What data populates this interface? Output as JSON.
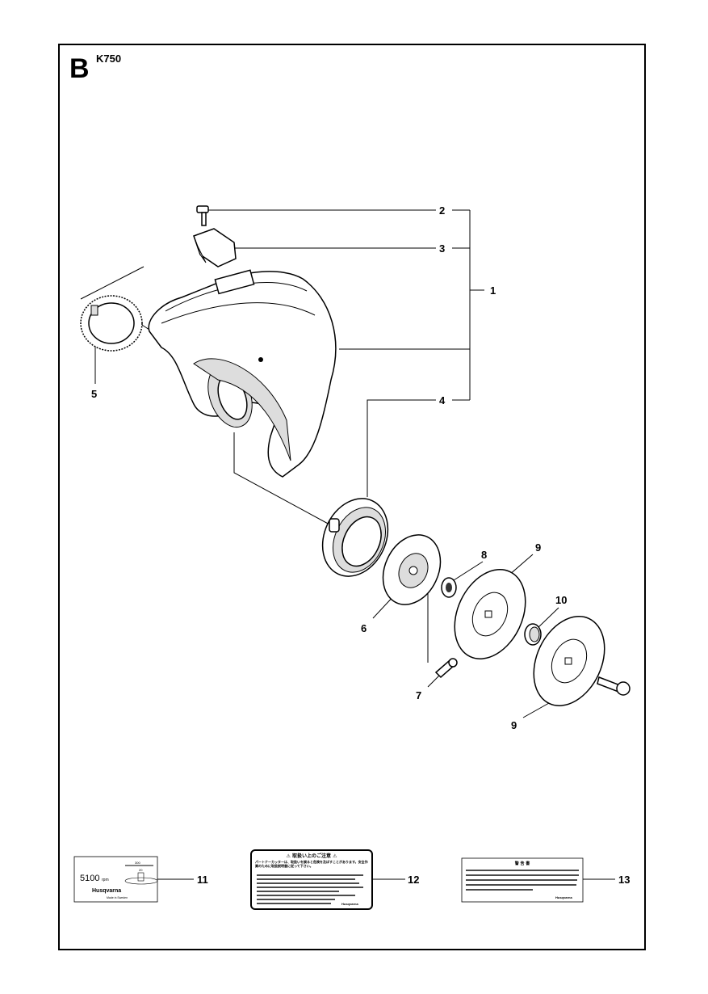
{
  "section_letter": "B",
  "model": "K750",
  "callouts": {
    "c1": "1",
    "c2": "2",
    "c3": "3",
    "c4": "4",
    "c5": "5",
    "c6": "6",
    "c7": "7",
    "c8": "8",
    "c9a": "9",
    "c9b": "9",
    "c10": "10",
    "c11": "11",
    "c12": "12",
    "c13": "13"
  },
  "decal_11": {
    "rpm_value": "5100",
    "rpm_unit": "rpm",
    "dim_outer": "300",
    "dim_inner": "20",
    "brand": "Husqvarna",
    "origin": "Made in Sweden"
  },
  "decal_12": {
    "title": "⚠ 取扱い上のご注意 ⚠",
    "intro": "パートナーカッターは、取扱いを誤ると危険を及ぼすことがあります。安全作業のために取扱説明書に従って下さい。",
    "brand": "Husqvarna"
  },
  "decal_13": {
    "title": "警 告 書",
    "brand": "Husqvarna"
  }
}
